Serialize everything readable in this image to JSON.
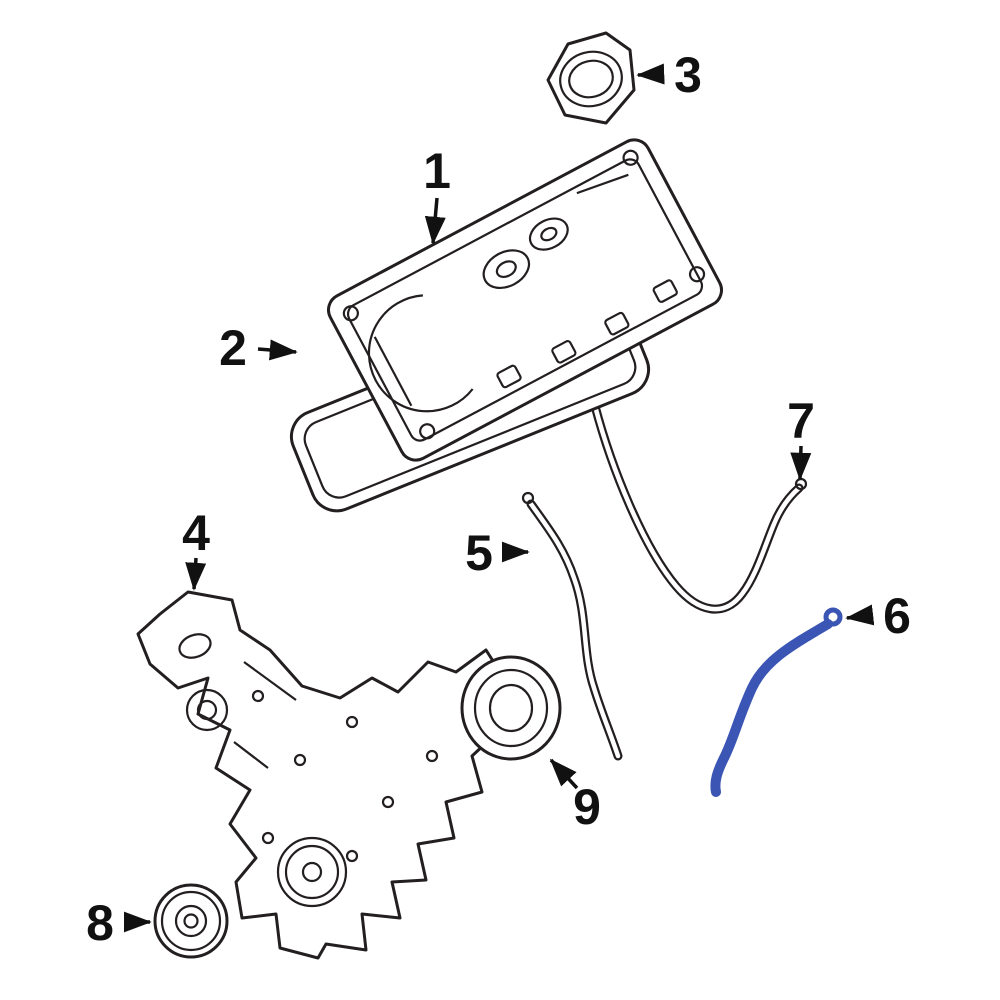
{
  "diagram": {
    "background_color": "#ffffff",
    "line_color": "#231f20",
    "highlight_color": "#3a55b4",
    "highlighted_callout": "6",
    "callouts": [
      {
        "label": "1"
      },
      {
        "label": "2"
      },
      {
        "label": "3"
      },
      {
        "label": "4"
      },
      {
        "label": "5"
      },
      {
        "label": "6"
      },
      {
        "label": "7"
      },
      {
        "label": "8"
      },
      {
        "label": "9"
      }
    ]
  }
}
